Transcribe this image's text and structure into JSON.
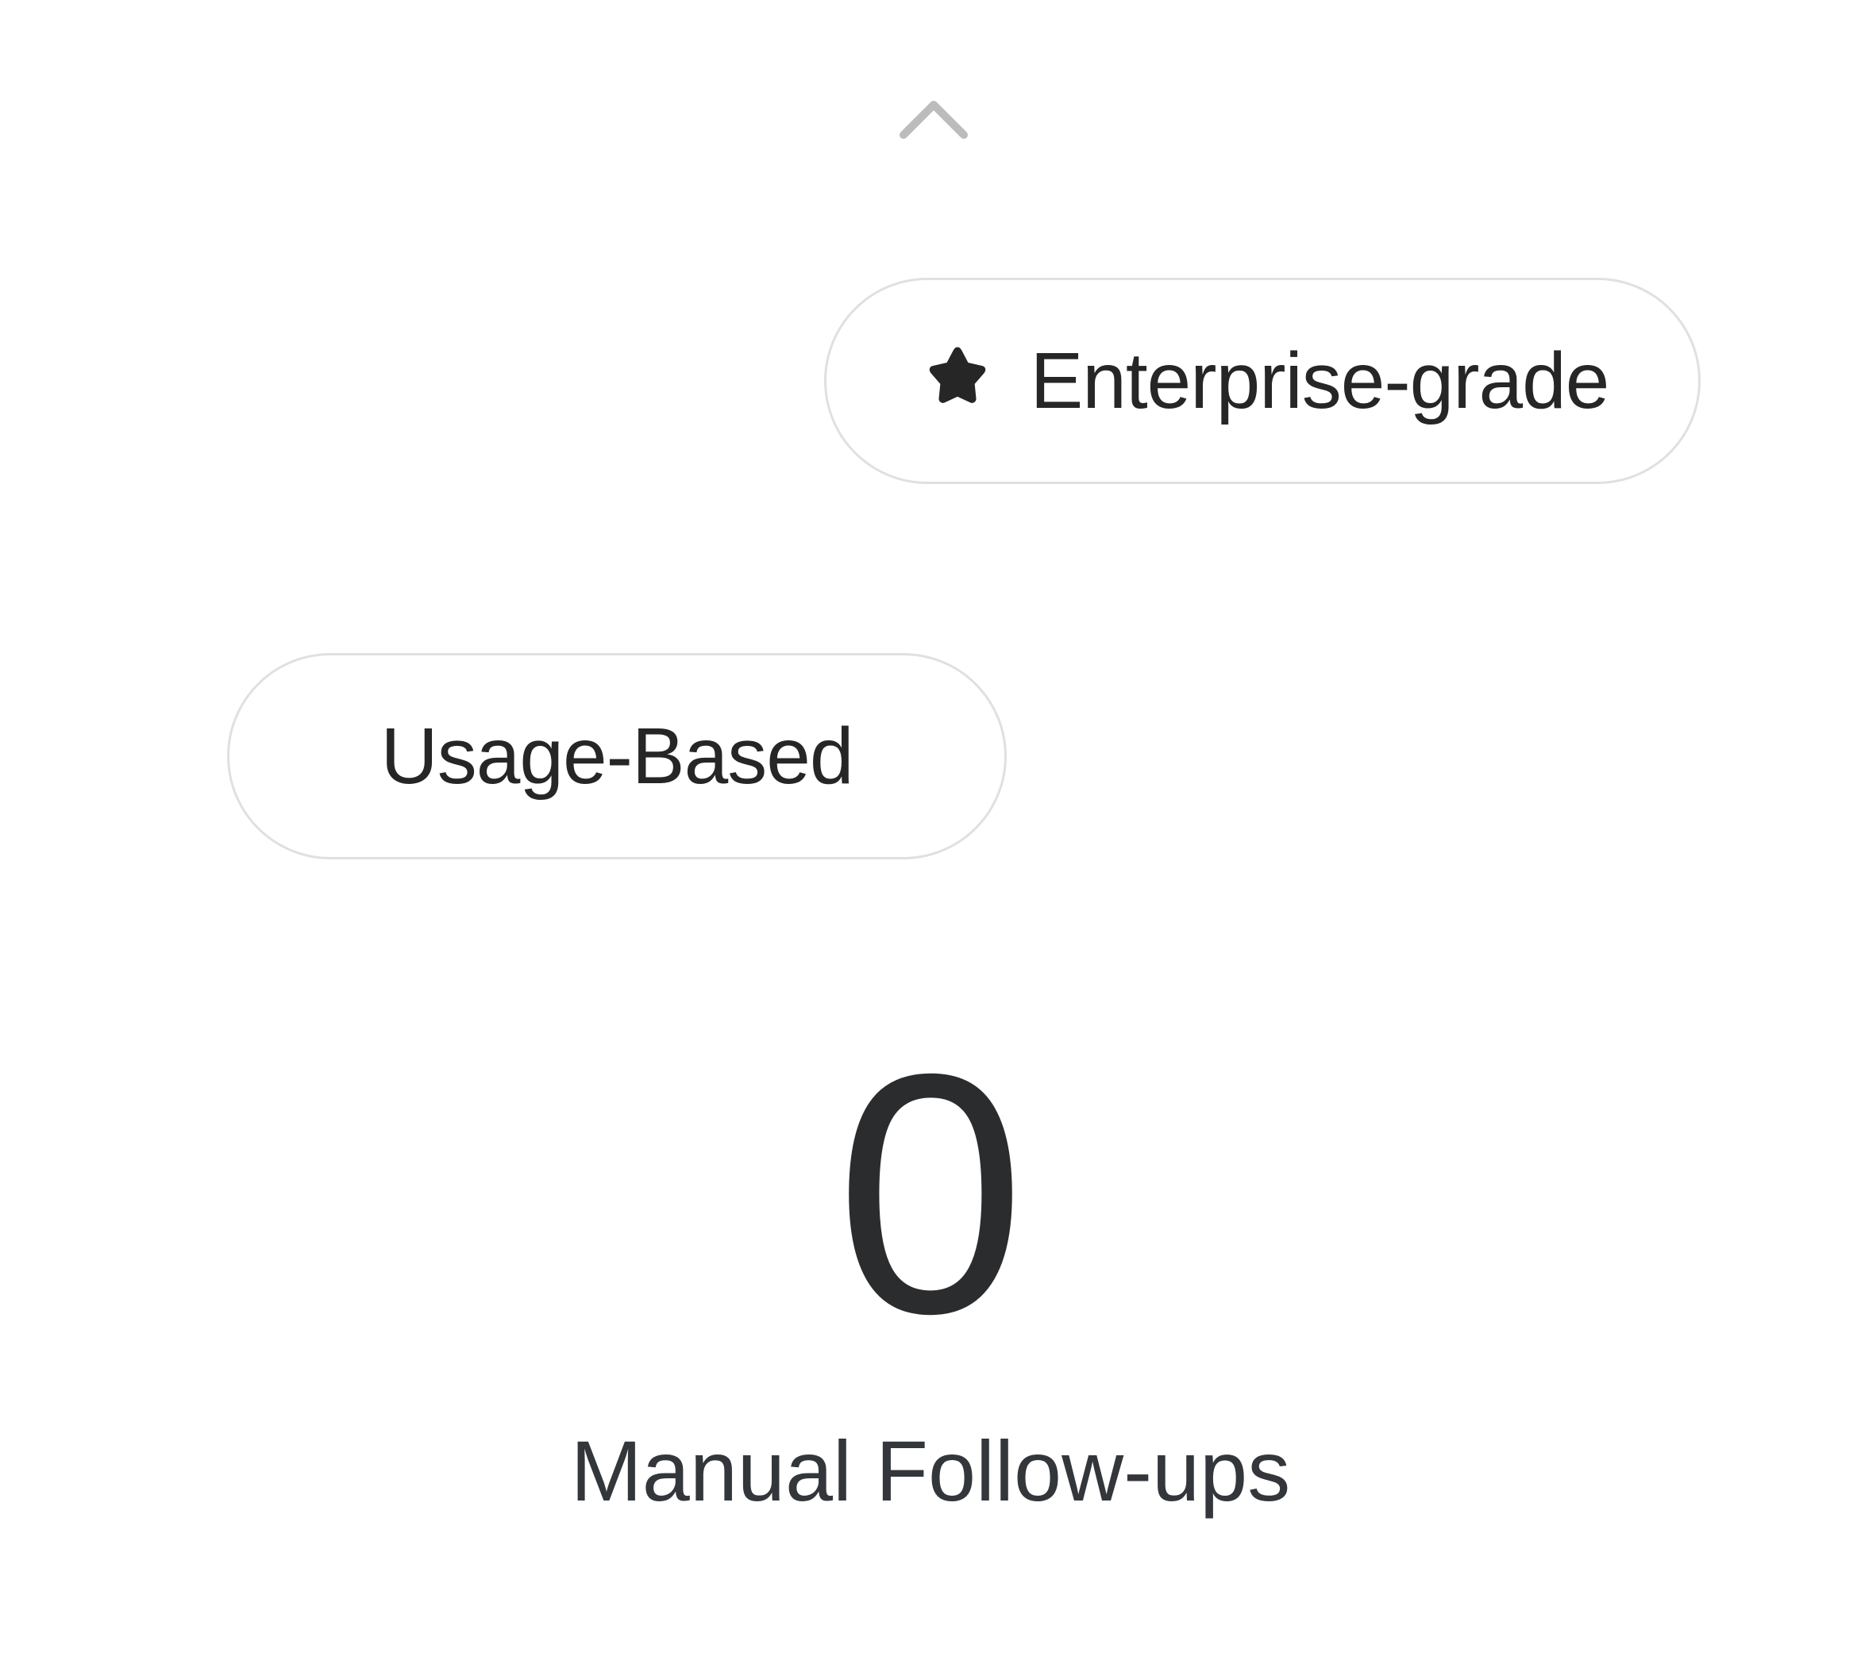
{
  "diagram": {
    "milestones": [
      {
        "label": "Enterprise-grade",
        "icon": "star-icon"
      },
      {
        "label": "Usage-Based"
      }
    ],
    "metric": {
      "value": "0",
      "label": "Manual Follow-ups"
    },
    "colors": {
      "text": "#262626",
      "pill_border": "#e0e0e0",
      "axis": "#c4c4c4",
      "number": "#2b2c2e"
    }
  }
}
